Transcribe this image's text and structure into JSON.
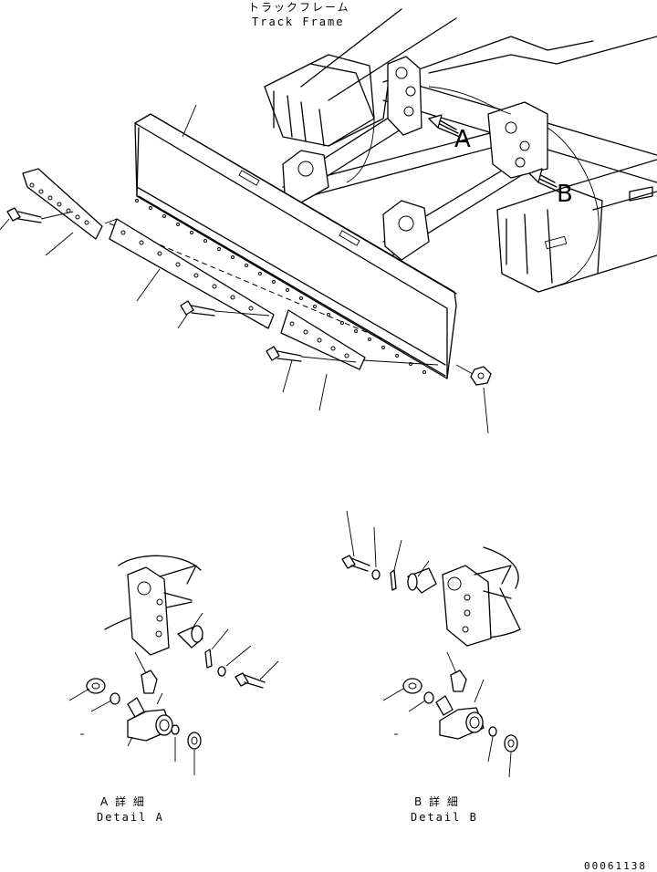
{
  "labels": {
    "track_frame_jp": "トラックフレーム",
    "track_frame_en": "Track Frame",
    "view_a": "A",
    "view_b": "B",
    "detail_a_jp": "A 詳 細",
    "detail_a_en": "Detail A",
    "detail_b_jp": "B 詳 細",
    "detail_b_en": "Detail B",
    "drawing_number": "00061138"
  }
}
